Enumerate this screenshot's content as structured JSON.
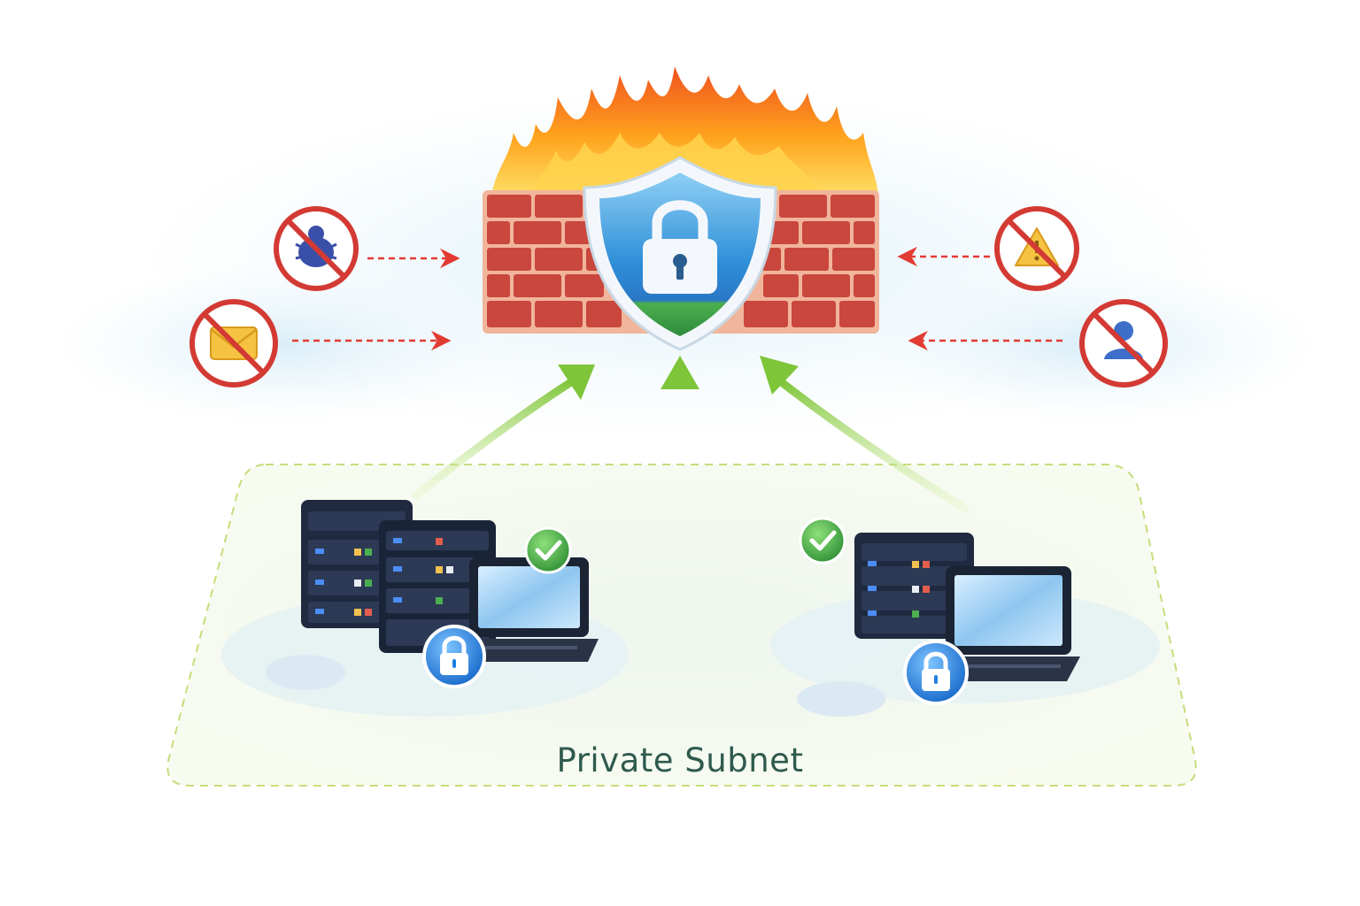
{
  "diagram": {
    "subnet_label": "Private Subnet",
    "colors": {
      "brick": "#c9473d",
      "mortar": "#f1b59b",
      "flame_outer": "#f7931e",
      "flame_inner": "#ffd54a",
      "shield_blue": "#2f8fd8",
      "shield_green": "#4caf50",
      "blocked_red": "#e23b32",
      "allowed_green": "#8ccf3c",
      "subnet_border": "#c6dd7a",
      "server_dark": "#1f2a40",
      "check_green": "#43a047",
      "lock_badge_blue": "#1e7fe0"
    },
    "blocked_threats": [
      {
        "id": "malware",
        "icon": "bug-icon",
        "side": "left"
      },
      {
        "id": "phishing-email",
        "icon": "envelope-icon",
        "side": "left"
      },
      {
        "id": "warning",
        "icon": "warning-triangle-icon",
        "side": "right"
      },
      {
        "id": "intruder",
        "icon": "user-icon",
        "side": "right"
      }
    ],
    "allowed_flows": 3,
    "firewall": {
      "icon": "firewall-icon",
      "shield_icon": "padlock-shield-icon",
      "burning": true
    },
    "subnet_groups": [
      {
        "id": "group-left",
        "servers": "server-rack-icon",
        "laptop": "laptop-icon",
        "status_icon": "checkmark-icon",
        "lock_icon": "padlock-icon"
      },
      {
        "id": "group-right",
        "servers": "server-rack-icon",
        "laptop": "laptop-icon",
        "status_icon": "checkmark-icon",
        "lock_icon": "padlock-icon"
      }
    ]
  }
}
